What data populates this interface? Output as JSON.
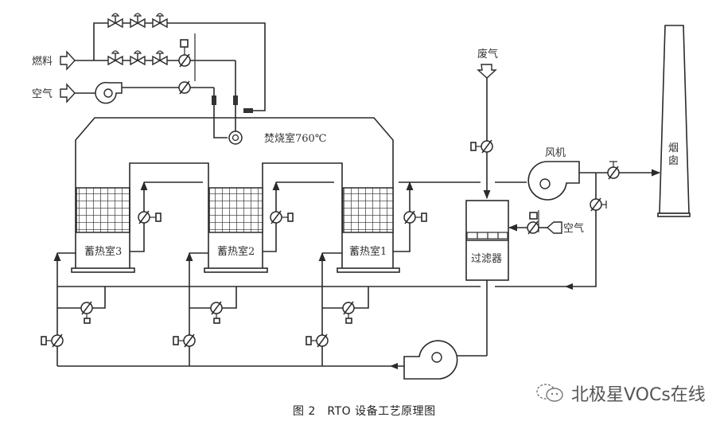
{
  "labels": {
    "fuel": "燃料",
    "air_top": "空气",
    "combustion_chamber": "焚烧室760℃",
    "regen_chamber_3": "蓄热室3",
    "regen_chamber_2": "蓄热室2",
    "regen_chamber_1": "蓄热室1",
    "waste_gas": "废气",
    "fan": "风机",
    "chimney_line1": "烟",
    "chimney_line2": "囱",
    "air_filter": "空气",
    "filter": "过滤器"
  },
  "caption": "图 2　RTO 设备工艺原理图",
  "watermark": "北极星VOCs在线",
  "icons": {
    "watermark_icon": "wechat-icon"
  }
}
